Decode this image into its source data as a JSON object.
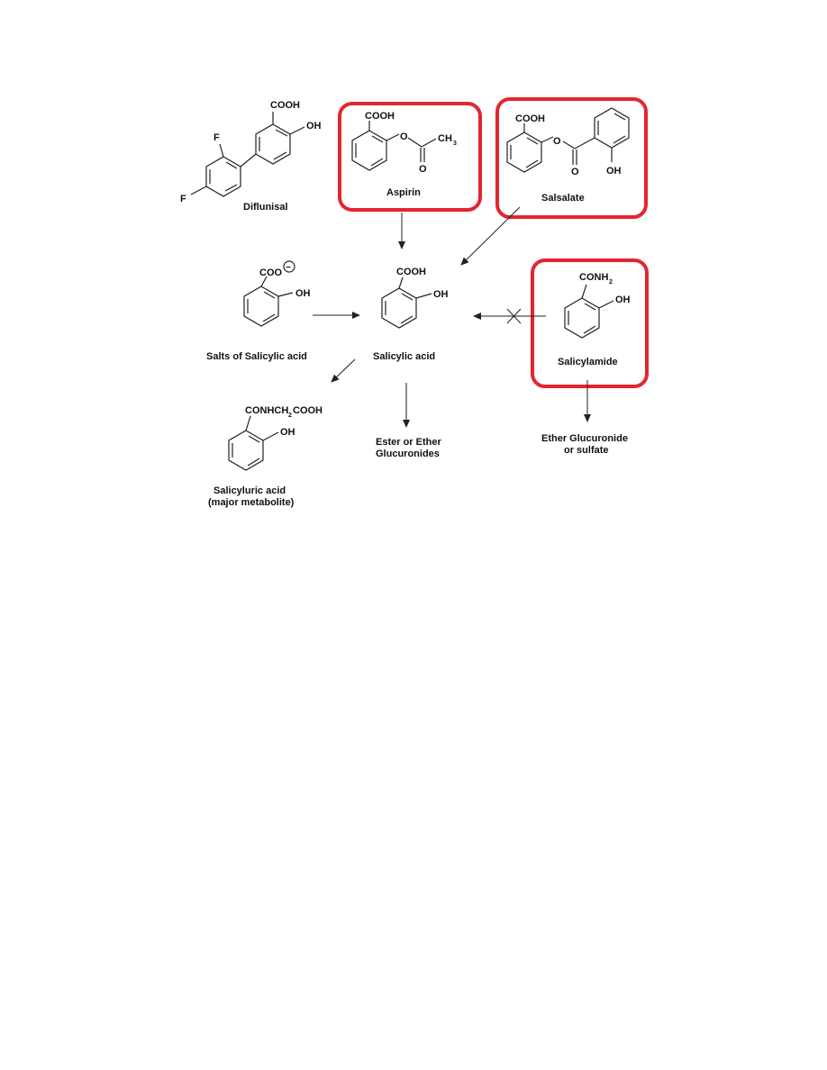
{
  "highlight_color": "#e3262f",
  "compounds": {
    "diflunisal": {
      "name": "Diflunisal",
      "groups": {
        "cooh": "COOH",
        "oh": "OH",
        "f_top": "F",
        "f_bottom": "F"
      }
    },
    "aspirin": {
      "name": "Aspirin",
      "groups": {
        "cooh": "COOH",
        "o_ester": "O",
        "ch": "CH",
        "ch_sub": "3",
        "o_carbonyl": "O"
      }
    },
    "salsalate": {
      "name": "Salsalate",
      "groups": {
        "cooh": "COOH",
        "o_ester": "O",
        "o_carbonyl": "O",
        "oh": "OH"
      }
    },
    "salts": {
      "name": "Salts of Salicylic acid",
      "groups": {
        "coo": "COO",
        "charge": "−"
      }
    },
    "salicylic_acid": {
      "name": "Salicylic acid",
      "groups": {
        "cooh": "COOH",
        "oh": "OH"
      }
    },
    "salicylamide": {
      "name": "Salicylamide",
      "groups": {
        "conh": "CONH",
        "conh_sub": "2",
        "oh": "OH"
      }
    },
    "salicyluric": {
      "name_line1": "Salicyluric acid",
      "name_line2": "(major metabolite)",
      "groups": {
        "conhch": "CONHCH",
        "conhch_sub": "2",
        "cooh": "COOH",
        "oh": "OH"
      }
    }
  },
  "products": {
    "ester_ether": {
      "line1": "Ester or Ether",
      "line2": "Glucuronides"
    },
    "ether_gluc": {
      "line1": "Ether Glucuronide",
      "line2": "or sulfate"
    }
  }
}
